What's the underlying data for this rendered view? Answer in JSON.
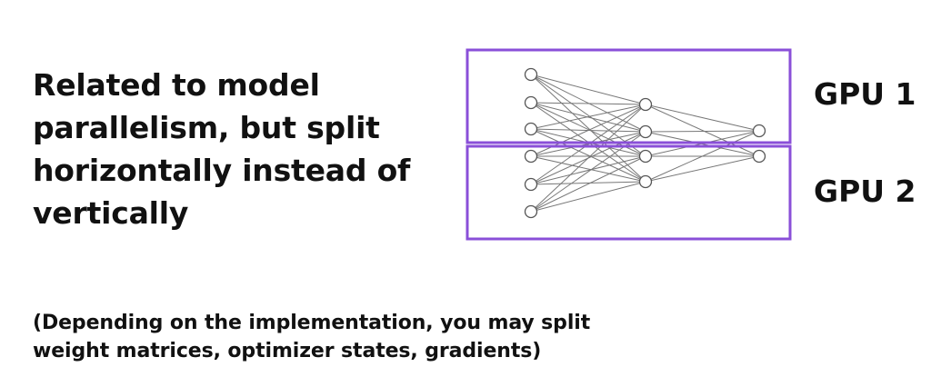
{
  "slide": {
    "main_text_lines": [
      "Related to model",
      "parallelism, but split",
      "horizontally instead of",
      "vertically"
    ],
    "sub_text_lines": [
      "(Depending on the implementation, you may split",
      "weight matrices, optimizer states, gradients)"
    ]
  },
  "diagram": {
    "gpu_labels": [
      "GPU 1",
      "GPU 2"
    ],
    "partition_color": "#8a4fd8",
    "network": {
      "layers": [
        6,
        4,
        2
      ],
      "node_stroke": "#555555",
      "edge_stroke": "#777777"
    }
  }
}
